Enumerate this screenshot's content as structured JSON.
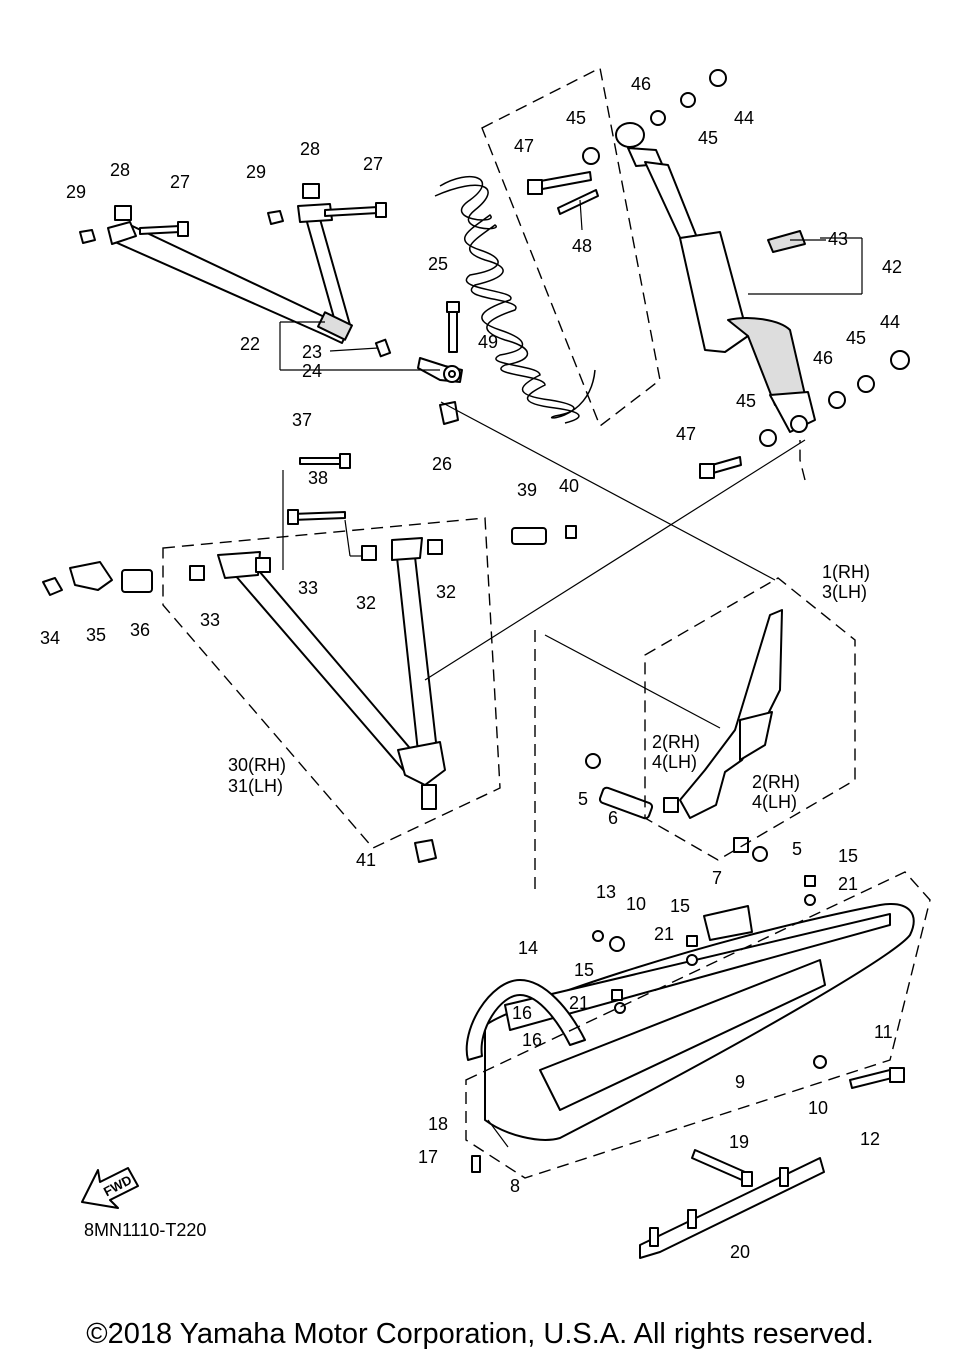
{
  "diagram_code": "8MN1110-T220",
  "fwd_label": "FWD",
  "copyright": "©2018 Yamaha Motor Corporation, U.S.A. All rights reserved.",
  "labels": {
    "l1": "1(RH)",
    "l3": "3(LH)",
    "l2a": "2(RH)",
    "l4a": "4(LH)",
    "l2b": "2(RH)",
    "l4b": "4(LH)",
    "l5a": "5",
    "l5b": "5",
    "l6": "6",
    "l7": "7",
    "l8": "8",
    "l9": "9",
    "l10a": "10",
    "l10b": "10",
    "l11": "11",
    "l12": "12",
    "l13": "13",
    "l14": "14",
    "l15a": "15",
    "l15b": "15",
    "l15c": "15",
    "l16a": "16",
    "l16b": "16",
    "l17": "17",
    "l18": "18",
    "l19": "19",
    "l20": "20",
    "l21a": "21",
    "l21b": "21",
    "l21c": "21",
    "l22": "22",
    "l23": "23",
    "l24": "24",
    "l25": "25",
    "l26": "26",
    "l27a": "27",
    "l27b": "27",
    "l28a": "28",
    "l28b": "28",
    "l29a": "29",
    "l29b": "29",
    "l30": "30(RH)",
    "l31": "31(LH)",
    "l32a": "32",
    "l32b": "32",
    "l33a": "33",
    "l33b": "33",
    "l34": "34",
    "l35": "35",
    "l36": "36",
    "l37": "37",
    "l38": "38",
    "l39": "39",
    "l40": "40",
    "l41": "41",
    "l42": "42",
    "l43": "43",
    "l44a": "44",
    "l44b": "44",
    "l45a": "45",
    "l45b": "45",
    "l45c": "45",
    "l45d": "45",
    "l46a": "46",
    "l46b": "46",
    "l47a": "47",
    "l47b": "47",
    "l48": "48",
    "l49": "49"
  }
}
